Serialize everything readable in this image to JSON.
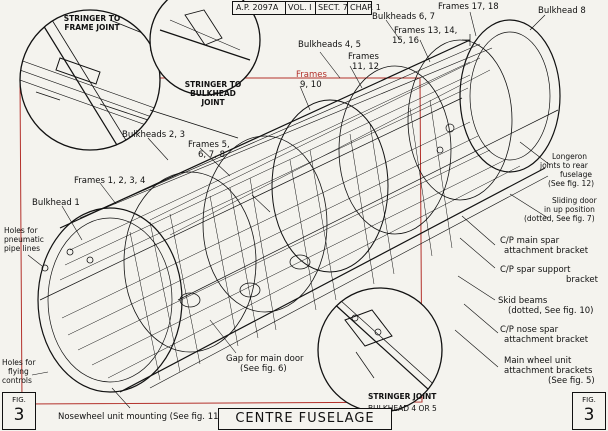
{
  "header": {
    "ap_ref": "A.P. 2097A",
    "vol": "VOL. I",
    "sect": "SECT. 7",
    "chap": "CHAP. 1"
  },
  "inset_top_left": {
    "stringer_to_frame": "STRINGER TO FRAME JOINT",
    "stringer_to_bulkhead": "STRINGER TO BULKHEAD JOINT"
  },
  "inset_bottom": {
    "stringer_joint": "STRINGER JOINT",
    "bulkhead_ref": "BULKHEAD 4 OR 5"
  },
  "labels": {
    "frames_17_18": "Frames 17, 18",
    "bulkhead_8": "Bulkhead 8",
    "bulkheads_6_7": "Bulkheads 6, 7",
    "frames_13_14": "Frames 13, 14,",
    "frames_15_16": "15, 16",
    "bulkheads_4_5": "Bulkheads 4, 5",
    "frames_11": "Frames",
    "frames_11_12": "11, 12",
    "frames_9_10_a": "Frames",
    "frames_9_10_b": "9, 10",
    "bulkheads_2_3": "Bulkheads 2, 3",
    "frames_5": "Frames 5,",
    "frames_678": "6, 7, 8",
    "frames_1234": "Frames 1, 2, 3, 4",
    "bulkhead_1": "Bulkhead 1",
    "holes_pneumatic_1": "Holes for",
    "holes_pneumatic_2": "pneumatic",
    "holes_pneumatic_3": "pipe lines",
    "holes_flying_1": "Holes for",
    "holes_flying_2": "flying",
    "holes_flying_3": "controls",
    "longeron_1": "Longeron",
    "longeron_2": "joints to rear",
    "longeron_3": "fuselage",
    "longeron_4": "(See fig. 12)",
    "sliding_1": "Sliding door",
    "sliding_2": "in up position",
    "sliding_3": "(dotted, See fig. 7)",
    "cp_main_1": "C/P main spar",
    "cp_main_2": "attachment bracket",
    "cp_spar_1": "C/P spar support",
    "cp_spar_2": "bracket",
    "skid_1": "Skid beams",
    "skid_2": "(dotted, See fig. 10)",
    "cp_nose_1": "C/P nose spar",
    "cp_nose_2": "attachment bracket",
    "main_wheel_1": "Main wheel unit",
    "main_wheel_2": "attachment brackets",
    "main_wheel_3": "(See fig. 5)",
    "gap_1": "Gap for main door",
    "gap_2": "(See fig. 6)",
    "nosewheel": "Nosewheel unit mounting (See fig. 11)"
  },
  "title": "CENTRE   FUSELAGE",
  "fig_left": {
    "label": "FIG.",
    "number": "3"
  },
  "fig_right": {
    "label": "FIG.",
    "number": "3"
  },
  "colors": {
    "ink": "#111111",
    "paper": "#f4f3ee",
    "red_annotation": "#b3302a"
  }
}
